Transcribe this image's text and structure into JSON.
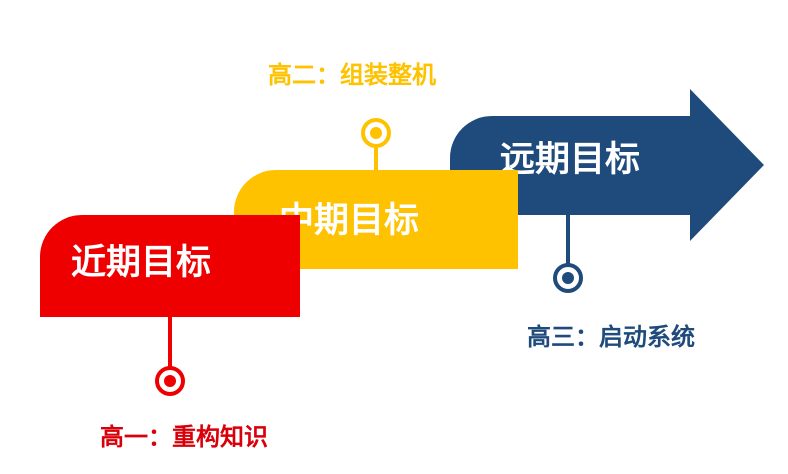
{
  "colors": {
    "red": "#ee0000",
    "yellow": "#fec200",
    "blue": "#1f4a7c",
    "background": "#ffffff"
  },
  "steps": [
    {
      "label": "近期目标",
      "caption": "高一：重构知识",
      "color": "#ee0000"
    },
    {
      "label": "中期目标",
      "caption": "高二：组装整机",
      "color": "#fec200"
    },
    {
      "label": "远期目标",
      "caption": "高三：启动系统",
      "color": "#1f4a7c"
    }
  ]
}
